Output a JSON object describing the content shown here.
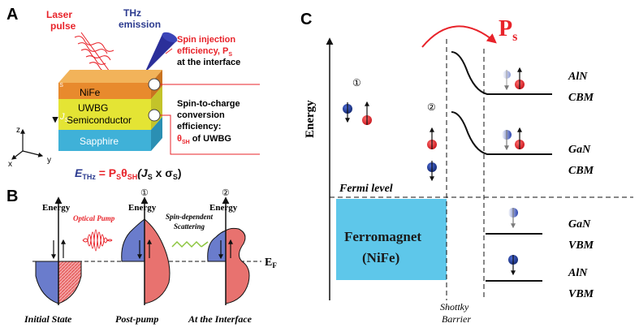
{
  "panel_a": {
    "label": "A",
    "laser": [
      "Laser",
      "pulse"
    ],
    "thz": [
      "THz",
      "emission"
    ],
    "spin_injection": [
      "Spin injection",
      "efficiency, P",
      "at the interface"
    ],
    "spin_injection_sub": "S",
    "spin_charge": [
      "Spin-to-charge",
      "conversion",
      "efficiency:",
      "of UWBG"
    ],
    "theta_symbol": "θ",
    "theta_sub": "SH",
    "layers": {
      "nife": "NiFe",
      "uwbg1": "UWBG",
      "uwbg2": "Semiconductor",
      "sapphire": "Sapphire"
    },
    "sigma": "+σ",
    "sigma_sub": "S",
    "js": "J",
    "js_sub": "S",
    "axes": {
      "z": "z",
      "x": "x",
      "y": "y"
    },
    "equation": {
      "e": "E",
      "e_sub": "THz",
      "eq": " = P",
      "p_sub": "S",
      "theta": "θ",
      "theta_sub": "SH",
      "paren": "(J",
      "js_sub": "S",
      "times": " x σ",
      "sigma_sub": "S",
      "close": ")"
    }
  },
  "panel_b": {
    "label": "B",
    "energy": "Energy",
    "optical_pump": "Optical Pump",
    "spin_dep": [
      "Spin-dependent",
      "Scattering"
    ],
    "marker1": "①",
    "marker2": "②",
    "ef": "E",
    "ef_sub": "F",
    "states": [
      "Initial State",
      "Post-pump",
      "At the Interface"
    ]
  },
  "panel_c": {
    "label": "C",
    "energy": "Energy",
    "ps": "P",
    "ps_sub": "s",
    "marker1": "①",
    "marker2": "②",
    "fermi": "Fermi level",
    "ferromagnet": [
      "Ferromagnet",
      "(NiFe)"
    ],
    "barrier": [
      "Shottky",
      "Barrier"
    ],
    "bands": [
      {
        "material": "AlN",
        "band": "CBM"
      },
      {
        "material": "GaN",
        "band": "CBM"
      },
      {
        "material": "GaN",
        "band": "VBM"
      },
      {
        "material": "AlN",
        "band": "VBM"
      }
    ]
  },
  "colors": {
    "red": "#e8232a",
    "blue": "#1e3a8a",
    "cyan": "#5ec7ea",
    "navy": "#2b3a8f"
  }
}
